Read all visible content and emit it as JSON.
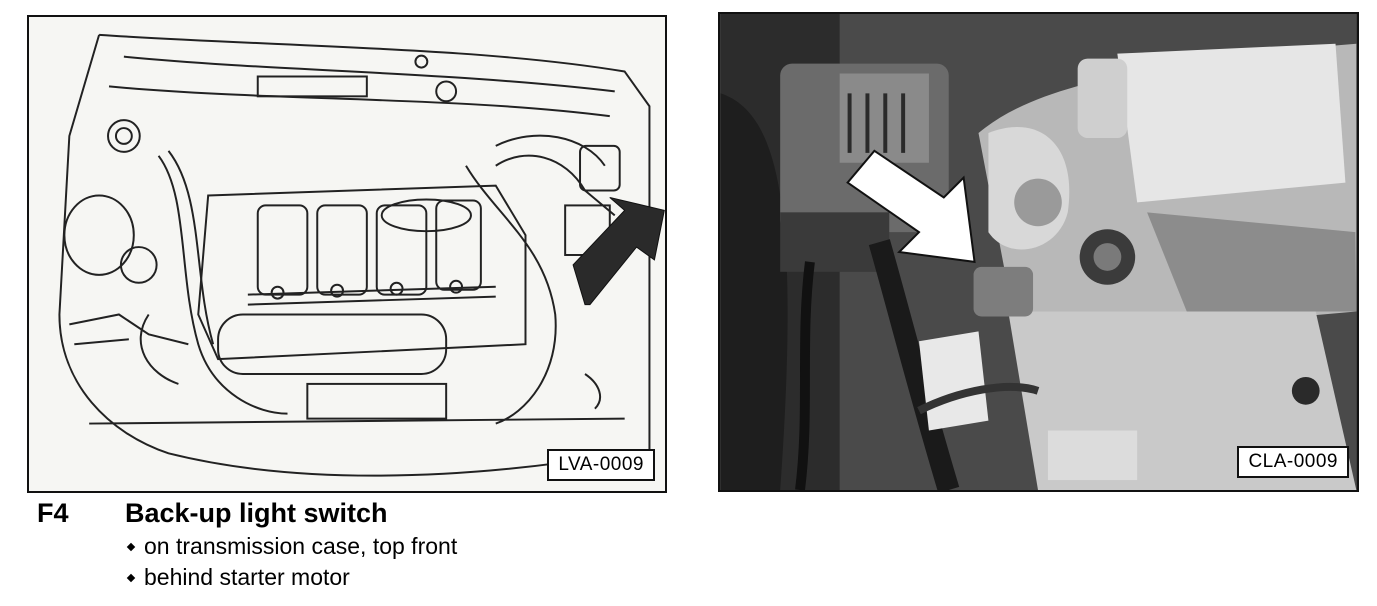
{
  "figures": {
    "drawing_label": "LVA-0009",
    "photo_label": "CLA-0009"
  },
  "component": {
    "code": "F4",
    "title": "Back-up light switch",
    "locations": [
      "on transmission case, top front",
      "behind starter motor"
    ]
  },
  "colors": {
    "ink": "#111111",
    "paper": "#ffffff",
    "arrow_drawing": "#2a2a2a",
    "arrow_photo": "#ffffff"
  },
  "icons": {
    "bullet": "diamond-bullet-icon",
    "location_arrow": "pointer-arrow-icon"
  }
}
